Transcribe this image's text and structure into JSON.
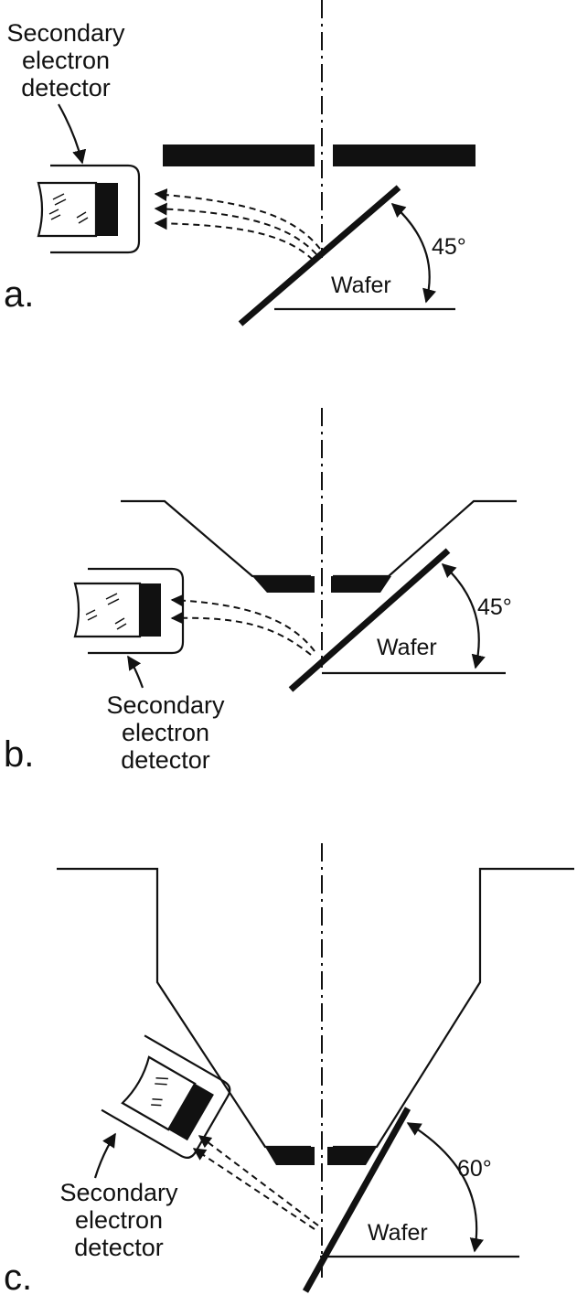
{
  "panels": [
    {
      "letter": "a.",
      "detector_label": [
        "Secondary",
        "electron",
        "detector"
      ],
      "wafer_label": "Wafer",
      "angle": "45°"
    },
    {
      "letter": "b.",
      "detector_label": [
        "Secondary",
        "electron",
        "detector"
      ],
      "wafer_label": "Wafer",
      "angle": "45°"
    },
    {
      "letter": "c.",
      "detector_label": [
        "Secondary",
        "electron",
        "detector"
      ],
      "wafer_label": "Wafer",
      "angle": "60°"
    }
  ]
}
